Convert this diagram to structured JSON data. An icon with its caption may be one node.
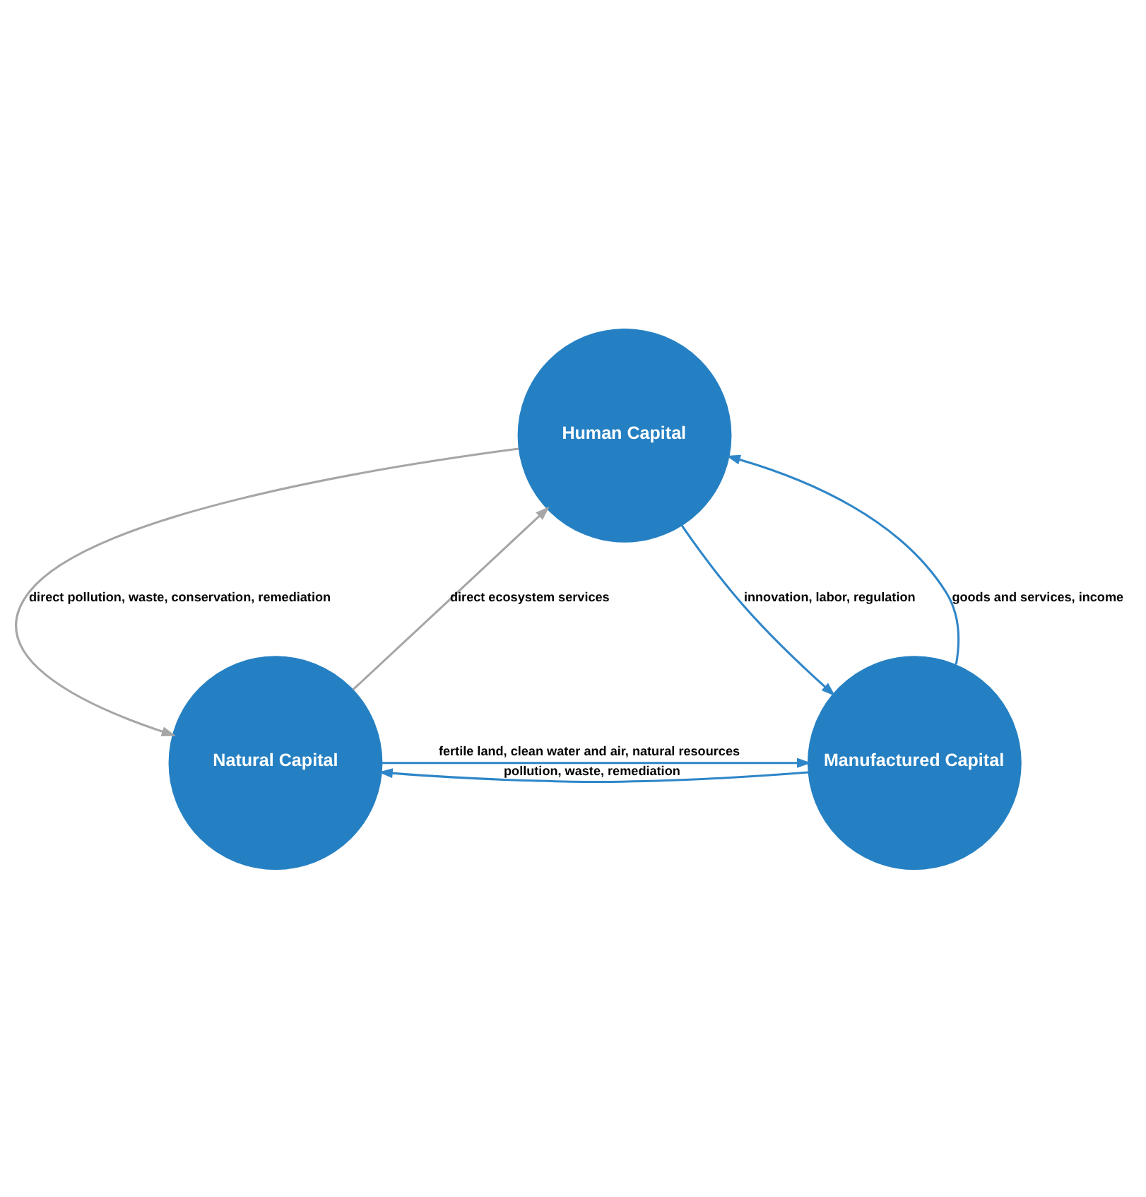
{
  "diagram": {
    "nodes": [
      {
        "text": [
          "Human Capital"
        ]
      },
      {
        "text": [
          "Natural Capital"
        ]
      },
      {
        "text": [
          "Manufactured Capital"
        ]
      }
    ],
    "edges": [
      {
        "from": 0,
        "to": 1,
        "arrow": "to",
        "label": "direct pollution, waste, conservation, remediation",
        "color": "#a6a6a6"
      },
      {
        "from": 1,
        "to": 0,
        "arrow": "to",
        "label": "direct ecosystem services",
        "color": "#a6a6a6"
      },
      {
        "from": 0,
        "to": 2,
        "arrow": "to",
        "label": "innovation, labor, regulation"
      },
      {
        "from": 2,
        "to": 0,
        "arrow": "to",
        "label": "goods and services, income"
      },
      {
        "from": 2,
        "to": 1,
        "arrow": "to",
        "label": "pollution, waste, remediation"
      },
      {
        "from": 1,
        "to": 2,
        "arrow": "to",
        "label": "fertile land, clean water and air, natural resources"
      }
    ]
  }
}
